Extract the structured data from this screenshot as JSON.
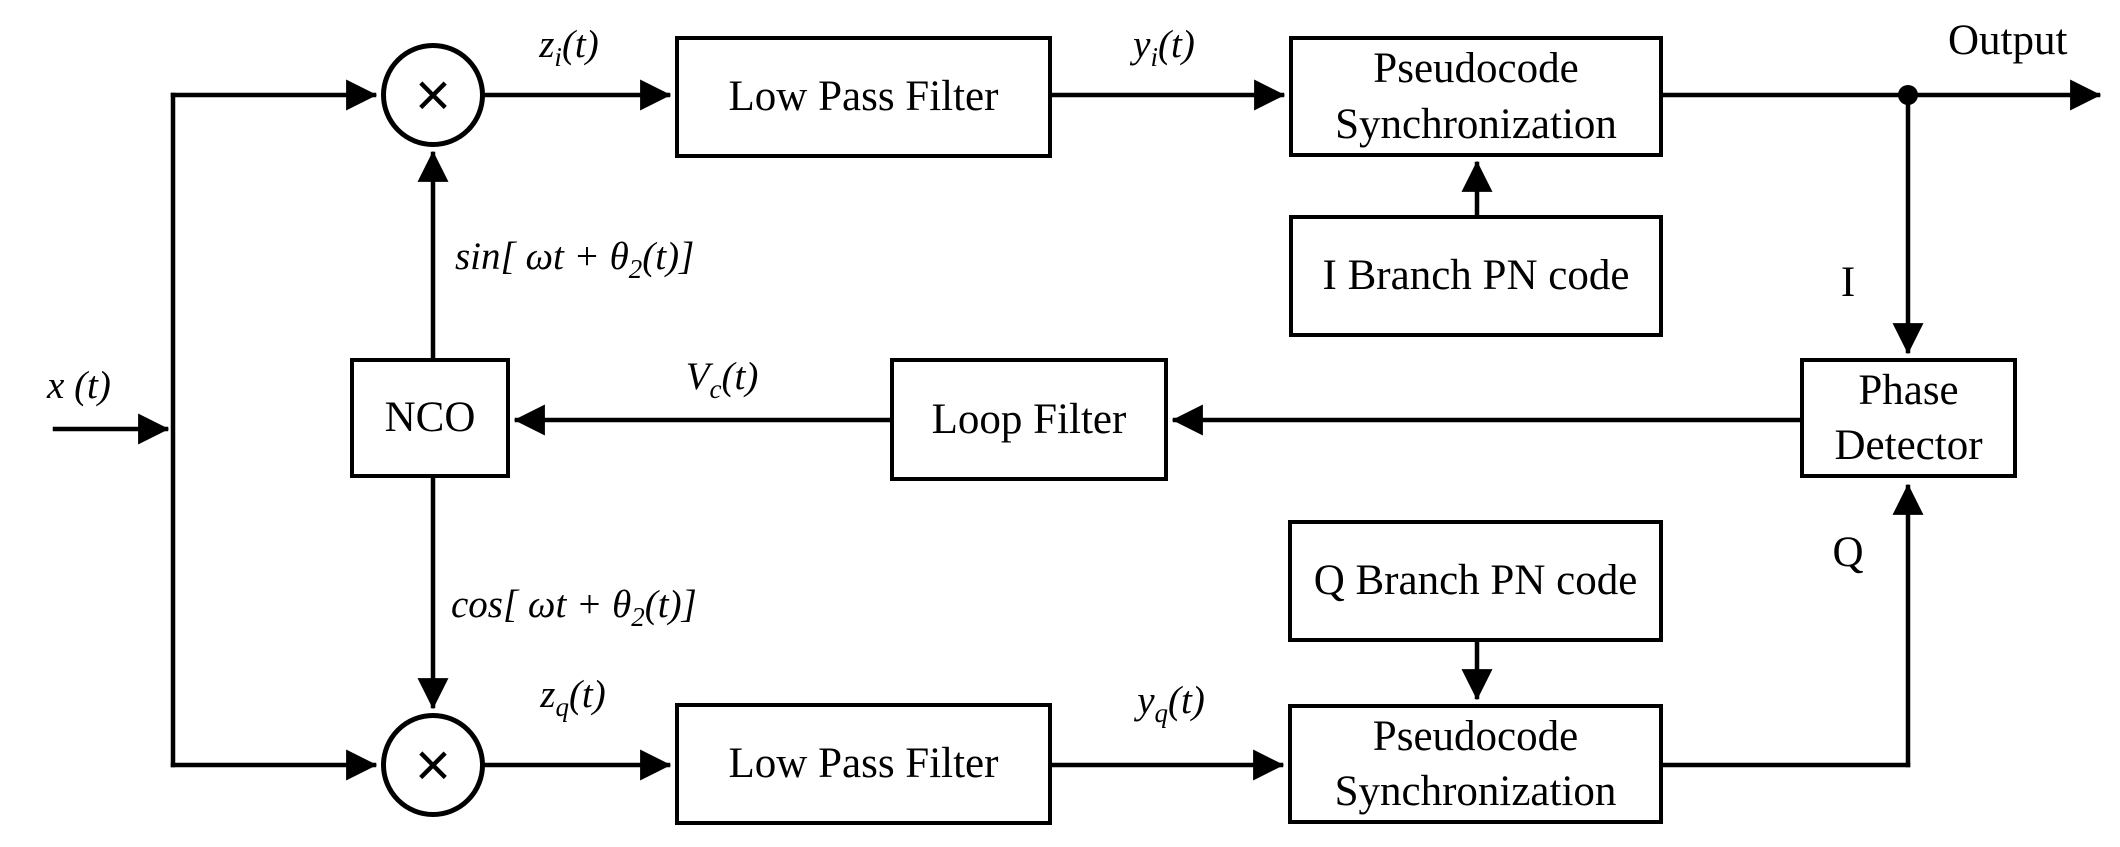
{
  "colors": {
    "background": "#ffffff",
    "line": "#000000",
    "text": "#000000"
  },
  "blocks": {
    "lpf_top": {
      "label": "Low Pass Filter"
    },
    "psync_top": {
      "line1": "Pseudocode",
      "line2": "Synchronization"
    },
    "ibranch": {
      "label": "I Branch PN code"
    },
    "nco": {
      "label": "NCO"
    },
    "loop_filter": {
      "label": "Loop Filter"
    },
    "phase_detector": {
      "line1": "Phase",
      "line2": "Detector"
    },
    "qbranch": {
      "label": "Q Branch PN code"
    },
    "lpf_bottom": {
      "label": "Low Pass Filter"
    },
    "psync_bottom": {
      "line1": "Pseudocode",
      "line2": "Synchronization"
    }
  },
  "mixers": {
    "symbol": "×"
  },
  "signals": {
    "input": {
      "base": "x",
      "rest": " (t)"
    },
    "z_i": {
      "base": "z",
      "sub": "i",
      "rest": "(t)"
    },
    "y_i": {
      "base": "y",
      "sub": "i",
      "rest": "(t)"
    },
    "z_q": {
      "base": "z",
      "sub": "q",
      "rest": "(t)"
    },
    "y_q": {
      "base": "y",
      "sub": "q",
      "rest": "(t)"
    },
    "v_c": {
      "base": "V",
      "sub": "c",
      "rest": "(t)"
    },
    "sin_out": {
      "main": "sin[ ωt + θ",
      "sub": "2",
      "close": "(t)]"
    },
    "cos_out": {
      "main": "cos[ ωt + θ",
      "sub": "2",
      "close": "(t)]"
    },
    "i_branch": "I",
    "q_branch": "Q",
    "output": "Output"
  }
}
